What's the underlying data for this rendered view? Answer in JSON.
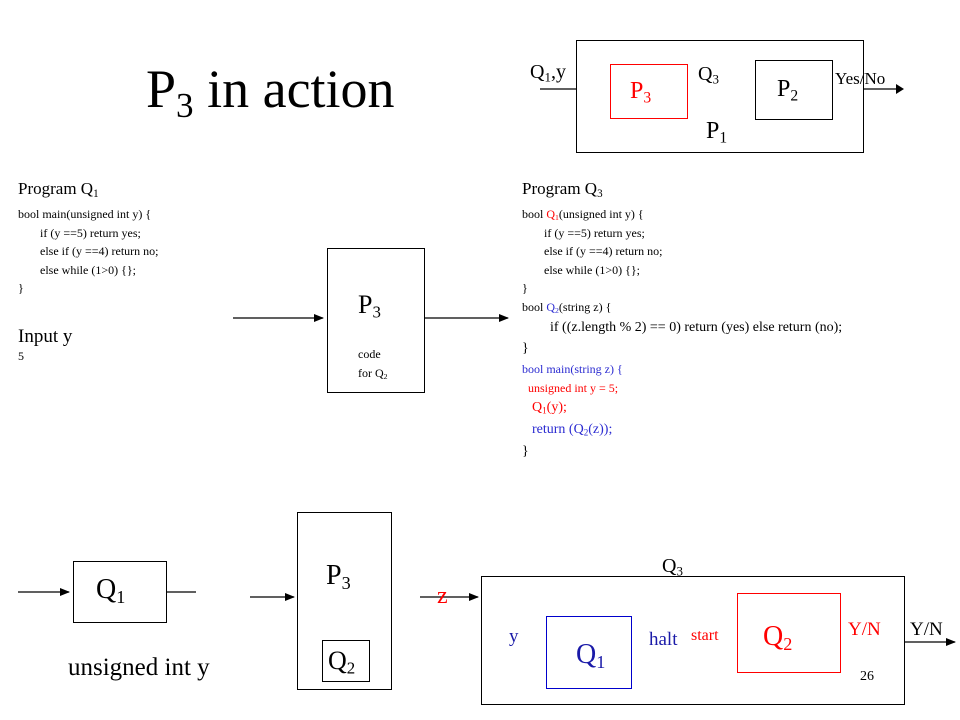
{
  "slide": {
    "title_main": "P",
    "title_sub": "3",
    "title_rest": " in action",
    "page_number": "26"
  },
  "top_diagram": {
    "input_main": "Q",
    "input_sub": "1",
    "input_rest": ",y",
    "p3_main": "P",
    "p3_sub": "3",
    "mid_main": "Q",
    "mid_sub": "3",
    "p2_main": "P",
    "p2_sub": "2",
    "output": "Yes/No",
    "outer_main": "P",
    "outer_sub": "1"
  },
  "program_q1": {
    "title_main": "Program Q",
    "title_sub": "1",
    "lines": [
      "bool main(unsigned int y) {",
      "if (y ==5) return yes;",
      "else if (y ==4) return no;",
      "else while (1>0) {};",
      "}"
    ],
    "input_label": "Input y",
    "input_value": "5"
  },
  "middle_box": {
    "label_main": "P",
    "label_sub": "3",
    "code_line1": "code",
    "code_line2_main": "for Q",
    "code_line2_sub": "2"
  },
  "program_q3": {
    "title_main": "Program Q",
    "title_sub": "3",
    "q1_def_pre": "bool ",
    "q1_def_name_main": "Q",
    "q1_def_name_sub": "1",
    "q1_def_rest": "(unsigned int y) {",
    "q1_body": [
      "if (y ==5) return yes;",
      "else if (y ==4) return no;",
      "else while (1>0) {};"
    ],
    "close1": "}",
    "q2_def_pre": "bool ",
    "q2_def_name_main": "Q",
    "q2_def_name_sub": "2",
    "q2_def_rest": "(string z) {",
    "q2_body": "if ((z.length % 2) == 0) return (yes) else return (no);",
    "close2": "}",
    "main_def": "bool main(string  z) {",
    "main_var": "unsigned int y = 5;",
    "main_call1_main": "Q",
    "main_call1_sub": "1",
    "main_call1_rest": "(y);",
    "main_call2_pre": "return (Q",
    "main_call2_sub": "2",
    "main_call2_rest": "(z));",
    "close3": "}"
  },
  "bottom_diagram": {
    "q1_box_main": "Q",
    "q1_box_sub": "1",
    "q1_caption": "unsigned  int y",
    "p3_main": "P",
    "p3_sub": "3",
    "inner_q2_main": "Q",
    "inner_q2_sub": "2",
    "z_label": "z",
    "q3_main": "Q",
    "q3_sub": "3",
    "y_label": "y",
    "inner_q1_main": "Q",
    "inner_q1_sub": "1",
    "halt_label": "halt",
    "start_label": "start",
    "q2_big_main": "Q",
    "q2_big_sub": "2",
    "yn_inner": "Y/N",
    "yn_outer": "Y/N"
  },
  "colors": {
    "red": "#ff0000",
    "blue": "#2b2bd1",
    "black": "#000000"
  }
}
